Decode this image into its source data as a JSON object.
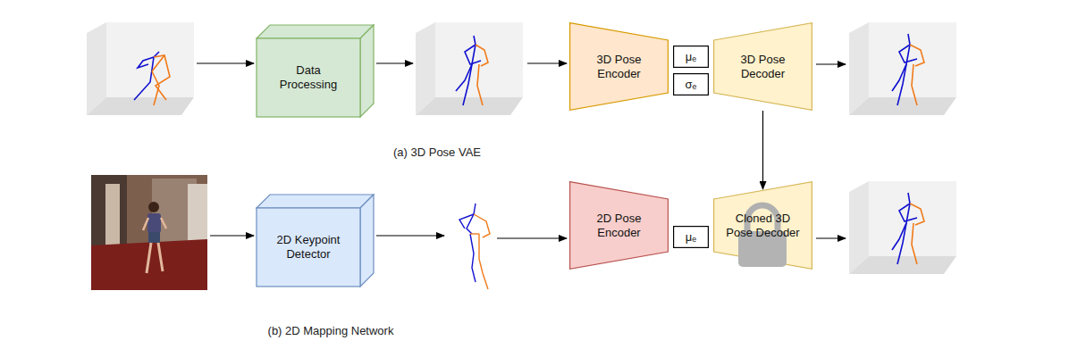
{
  "diagram": {
    "nodes": [
      {
        "text": [
          "Data Processing"
        ]
      },
      {
        "text": [
          "3D Pose Encoder"
        ]
      },
      {
        "text": [
          "μₑ"
        ]
      },
      {
        "text": [
          "σₑ"
        ]
      },
      {
        "text": [
          "3D Pose Decoder"
        ]
      },
      {
        "text": [
          "2D Keypoint Detector"
        ]
      },
      {
        "text": [
          "2D Pose Encoder"
        ]
      },
      {
        "text": [
          "μₑ"
        ]
      },
      {
        "text": [
          "Cloned 3D Pose Decoder"
        ]
      }
    ],
    "edges": [
      {
        "from": 4,
        "to": 8,
        "arrow": "to"
      }
    ],
    "labels": [
      "(a) 3D Pose VAE",
      "(b) 2D Mapping Network"
    ]
  }
}
